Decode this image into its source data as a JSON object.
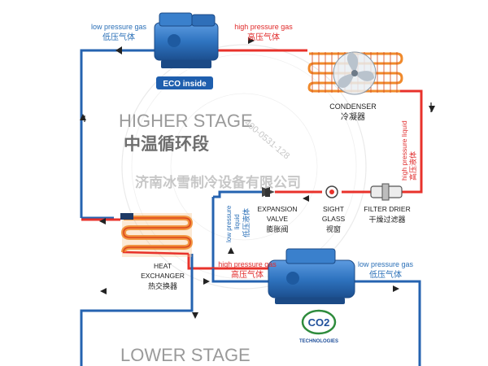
{
  "labels": {
    "top_left_en": "low pressure gas",
    "top_left_cn": "低压气体",
    "top_right_en": "high pressure gas",
    "top_right_cn": "高压气体",
    "condenser_en": "CONDENSER",
    "condenser_cn": "冷凝器",
    "right_vertical_en": "high pressure liquid",
    "right_vertical_cn": "高压液体",
    "higher_stage_en": "HIGHER STAGE",
    "higher_stage_cn": "中温循环段",
    "expansion_en_1": "EXPANSION",
    "expansion_en_2": "VALVE",
    "expansion_cn": "膨胀阀",
    "sight_en_1": "SIGHT",
    "sight_en_2": "GLASS",
    "sight_cn": "视窗",
    "filter_en": "FILTER DRIER",
    "filter_cn": "干燥过滤器",
    "mid_vertical_en_1": "low pressure",
    "mid_vertical_en_2": "liquid",
    "mid_vertical_cn": "低压液体",
    "hx_en_1": "HEAT",
    "hx_en_2": "EXCHANGER",
    "hx_cn": "热交换器",
    "bottom_mid_en": "high pressure gas",
    "bottom_mid_cn": "高压气体",
    "bottom_right_en": "low pressure gas",
    "bottom_right_cn": "低压气体",
    "lower_stage": "LOWER STAGE",
    "eco_logo": "ECO inside",
    "co2_logo": "CO2",
    "co2_sub": "TECHNOLOGIES",
    "watermark_company": "济南冰雪制冷设备有限公司",
    "watermark_phone": "400-0531-128"
  },
  "colors": {
    "low_pressure": "#2563b0",
    "high_pressure": "#e8322b",
    "compressor": "#2f74c0",
    "coil": "#f08a2c"
  }
}
